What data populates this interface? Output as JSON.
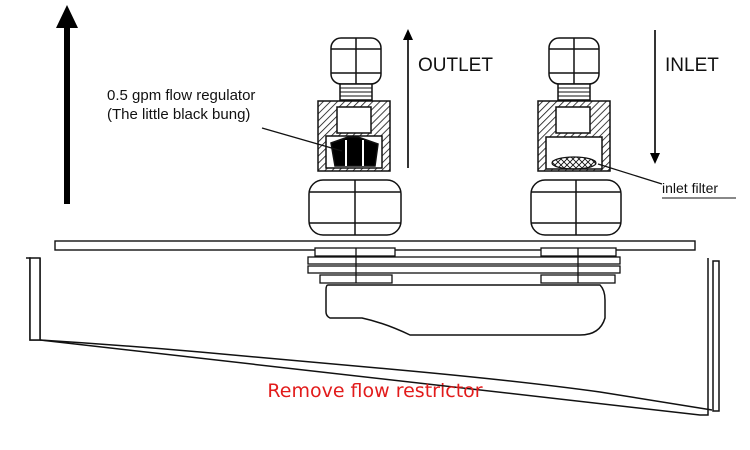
{
  "labels": {
    "regulator_line1": "0.5 gpm flow regulator",
    "regulator_line2": "(The little black bung)",
    "outlet": "OUTLET",
    "inlet": "INLET",
    "inlet_filter": "inlet filter"
  },
  "caption": "Remove flow restrictor",
  "colors": {
    "ink": "#111111",
    "caption": "#e21b1b",
    "background": "#ffffff"
  }
}
